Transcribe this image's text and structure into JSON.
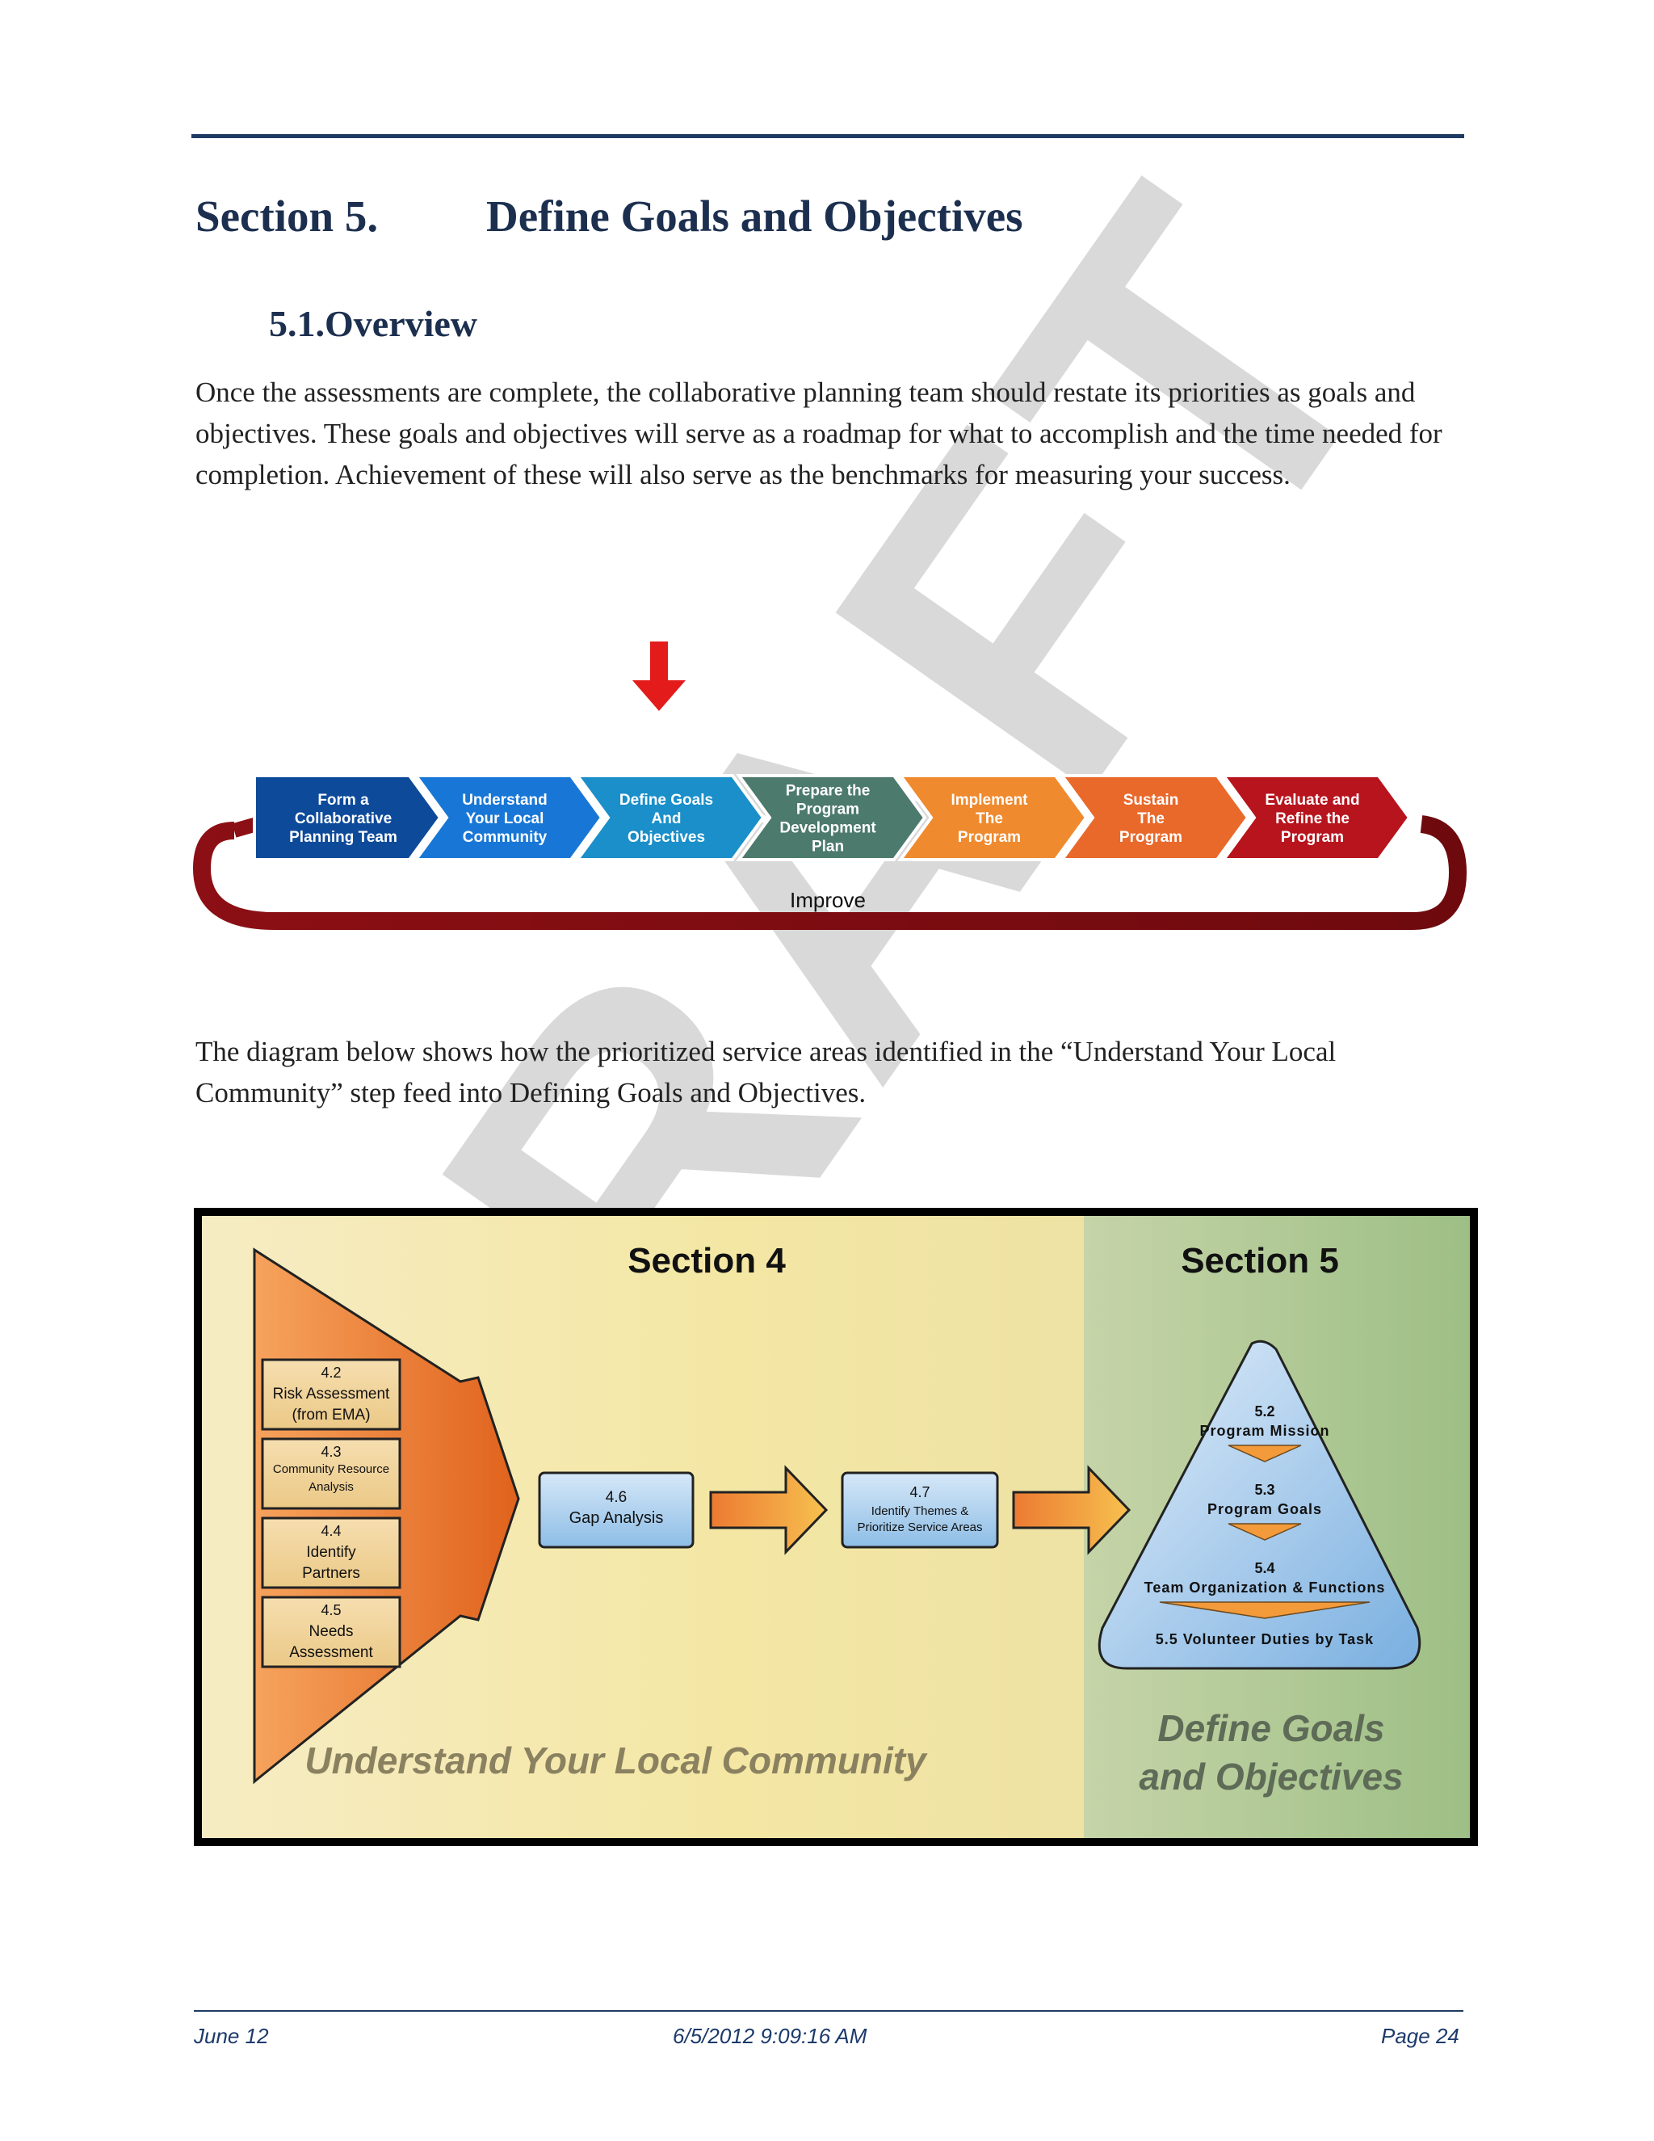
{
  "header": {
    "section_number": "Section 5.",
    "section_title": "Define Goals and Objectives",
    "subsection": "5.1.Overview"
  },
  "body": {
    "paragraph1": "Once the assessments are complete, the collaborative planning team should restate its priorities as goals and objectives. These goals and objectives will serve as a roadmap for what to accomplish and the time needed for completion. Achievement of these will also serve as the benchmarks for measuring your success.",
    "paragraph2": "The diagram below shows how the prioritized service areas identified in the “Understand Your Local Community” step feed into Defining Goals and Objectives."
  },
  "watermark": {
    "text": "DRAFT"
  },
  "process_diagram": {
    "steps": [
      {
        "lines": [
          "Form a",
          "Collaborative",
          "Planning Team"
        ],
        "color": "#0d4a9a"
      },
      {
        "lines": [
          "Understand",
          "Your Local",
          "Community"
        ],
        "color": "#1877d6"
      },
      {
        "lines": [
          "Define Goals",
          "And",
          "Objectives"
        ],
        "color": "#1a8fc9"
      },
      {
        "lines": [
          "Prepare the",
          "Program",
          "Development",
          "Plan"
        ],
        "color": "#4c7a6c"
      },
      {
        "lines": [
          "Implement",
          "The",
          "Program"
        ],
        "color": "#ef8a2e"
      },
      {
        "lines": [
          "Sustain",
          "The",
          "Program"
        ],
        "color": "#e9692b"
      },
      {
        "lines": [
          "Evaluate and",
          "Refine the",
          "Program"
        ],
        "color": "#b8141e"
      }
    ],
    "loop_label": "Improve",
    "indicator_color": "#e31b1b"
  },
  "section_diagram": {
    "section4_title": "Section 4",
    "section5_title": "Section 5",
    "section4_caption": "Understand Your Local Community",
    "section5_caption_line1": "Define Goals",
    "section5_caption_line2": "and Objectives",
    "inputs": [
      {
        "num": "4.2",
        "lines": [
          "Risk Assessment",
          "(from EMA)"
        ]
      },
      {
        "num": "4.3",
        "lines": [
          "Community Resource",
          "Analysis"
        ]
      },
      {
        "num": "4.4",
        "lines": [
          "Identify",
          "Partners"
        ]
      },
      {
        "num": "4.5",
        "lines": [
          "Needs",
          "Assessment"
        ]
      }
    ],
    "gap": {
      "num": "4.6",
      "label": "Gap Analysis"
    },
    "themes": {
      "num": "4.7",
      "line1": "Identify Themes &",
      "line2": "Prioritize Service Areas"
    },
    "pyramid": [
      {
        "num": "5.2",
        "label": "Program Mission"
      },
      {
        "num": "5.3",
        "label": "Program Goals"
      },
      {
        "num": "5.4",
        "label": "Team Organization & Functions"
      },
      {
        "num": "",
        "label": "5.5  Volunteer Duties by Task"
      }
    ]
  },
  "footer": {
    "left": "June 12",
    "center": "6/5/2012 9:09:16 AM",
    "right": "Page 24"
  }
}
